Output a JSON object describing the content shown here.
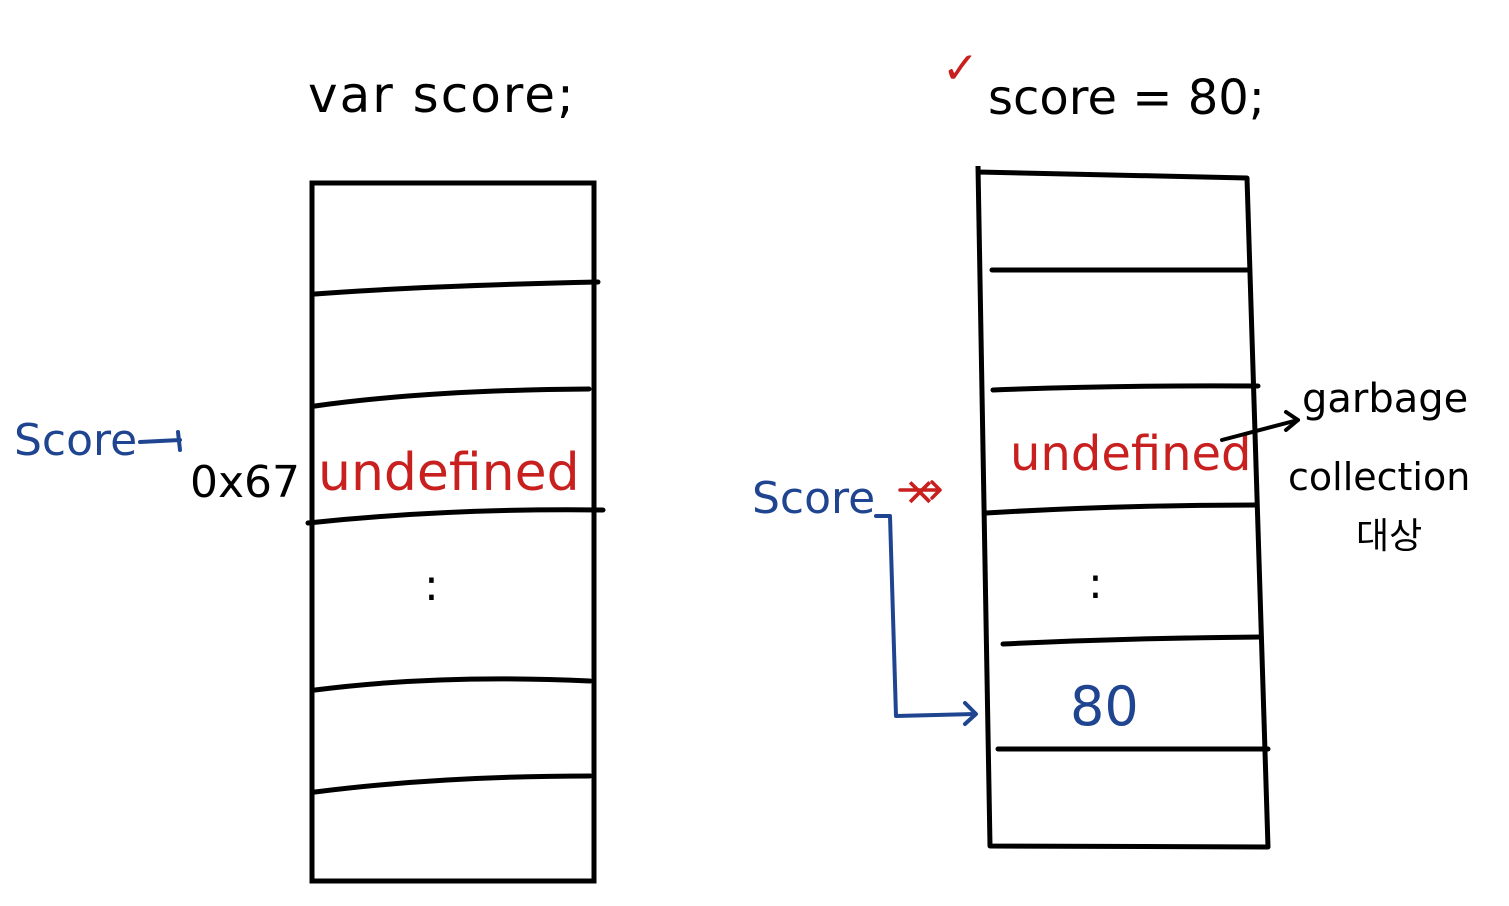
{
  "left_panel": {
    "caption": "var score;",
    "pointer_label": "Score",
    "address": "0x67",
    "cells": [
      "",
      "",
      "undefined",
      ":",
      "",
      ""
    ]
  },
  "right_panel": {
    "check_mark": "✓",
    "caption": "score = 80;",
    "pointer_label": "Score",
    "crossed_mark": "✕",
    "cells": [
      "",
      "",
      "undefined",
      ":",
      "80",
      ""
    ],
    "gc_note": [
      "garbage",
      "collection",
      "대상"
    ]
  },
  "colors": {
    "ink": "#000000",
    "red": "#c8201f",
    "blue": "#1f4591"
  }
}
